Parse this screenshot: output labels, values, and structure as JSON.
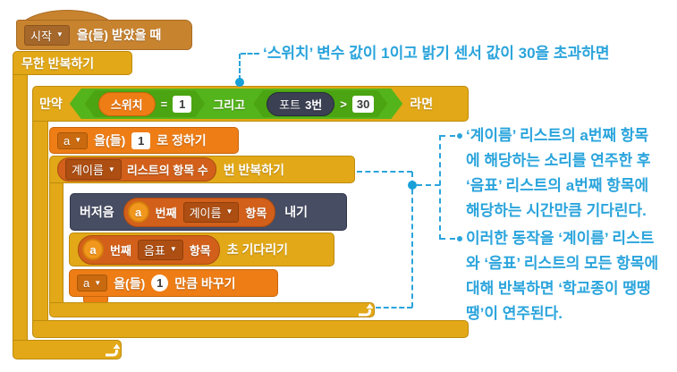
{
  "colors": {
    "control_gold": "#E2A817",
    "data_orange": "#EE7D16",
    "list_orange": "#D2601A",
    "operator_green": "#54B41B",
    "robot_slate": "#474D63",
    "events_brown": "#C8832F",
    "annotation_blue": "#2AA4DC",
    "input_bg": "#FFFFFF"
  },
  "icons": {
    "dropdown_arrow": "▼"
  },
  "blocks": {
    "hat": {
      "event": "시작",
      "label": "을(들) 받았을 때"
    },
    "forever": {
      "label": "무한 반복하기"
    },
    "if": {
      "prefix": "만약",
      "suffix": "라면"
    },
    "and_operator": {
      "label": "그리고"
    },
    "eq_condition": {
      "variable": "스위치",
      "operator": "=",
      "value": "1"
    },
    "gt_condition": {
      "sensor": "포트",
      "port": "3번",
      "operator": ">",
      "value": "30"
    },
    "set_var": {
      "variable": "a",
      "label_to": "을(들)",
      "value": "1",
      "label_suffix": "로 정하기"
    },
    "repeat": {
      "list": "계이름",
      "reporter_label": "리스트의 항목 수",
      "label_suffix": "번 반복하기"
    },
    "buzzer": {
      "prefix": "버저음",
      "item": {
        "variable": "a",
        "ordinal": "번째",
        "list": "계이름",
        "label": "항목"
      },
      "suffix": "내기"
    },
    "wait": {
      "item": {
        "variable": "a",
        "ordinal": "번째",
        "list": "음표",
        "label": "항목"
      },
      "suffix": "초 기다리기"
    },
    "change_var": {
      "variable": "a",
      "label_to": "을(들)",
      "value": "1",
      "label_suffix": "만큼 바꾸기"
    }
  },
  "annotations": {
    "condition_note": "‘스위치’ 변수 값이 1이고 밝기 센서 값이 30을 초과하면",
    "loop_note_lines": [
      "‘계이름’ 리스트의 a번째 항목",
      "에 해당하는 소리를 연주한 후",
      "‘음표’ 리스트의 a번째 항목에",
      "해당하는 시간만큼 기다린다."
    ],
    "repeat_note_lines": [
      "이러한 동작을 ‘계이름’ 리스트",
      "와 ‘음표’ 리스트의 모든 항목에",
      "대해 반복하면 ‘학교종이 땡땡",
      "땡’이 연주된다."
    ]
  }
}
